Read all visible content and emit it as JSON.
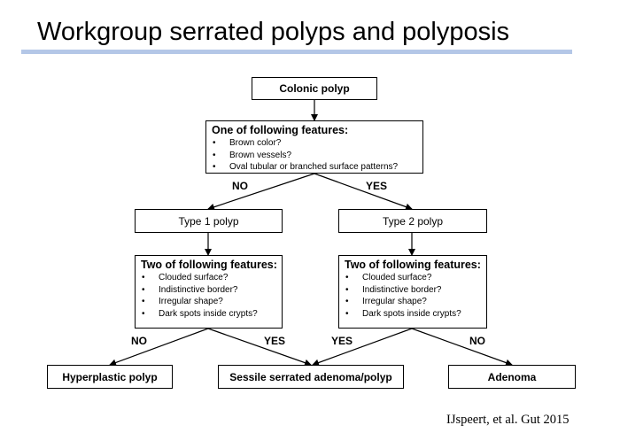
{
  "title": "Workgroup serrated polyps and polyposis",
  "root": "Colonic polyp",
  "first_question": {
    "heading": "One of following features:",
    "items": [
      "Brown color?",
      "Brown vessels?",
      "Oval tubular or branched surface patterns?"
    ]
  },
  "branch_labels": {
    "no": "NO",
    "yes": "YES"
  },
  "type1": "Type 1 polyp",
  "type2": "Type 2 polyp",
  "second_question": {
    "heading": "Two of following features:",
    "items": [
      "Clouded surface?",
      "Indistinctive border?",
      "Irregular shape?",
      "Dark spots inside crypts?"
    ]
  },
  "outcomes": {
    "hyperplastic": "Hyperplastic polyp",
    "sessile": "Sessile serrated adenoma/polyp",
    "adenoma": "Adenoma"
  },
  "citation": "IJspeert, et al. Gut 2015"
}
